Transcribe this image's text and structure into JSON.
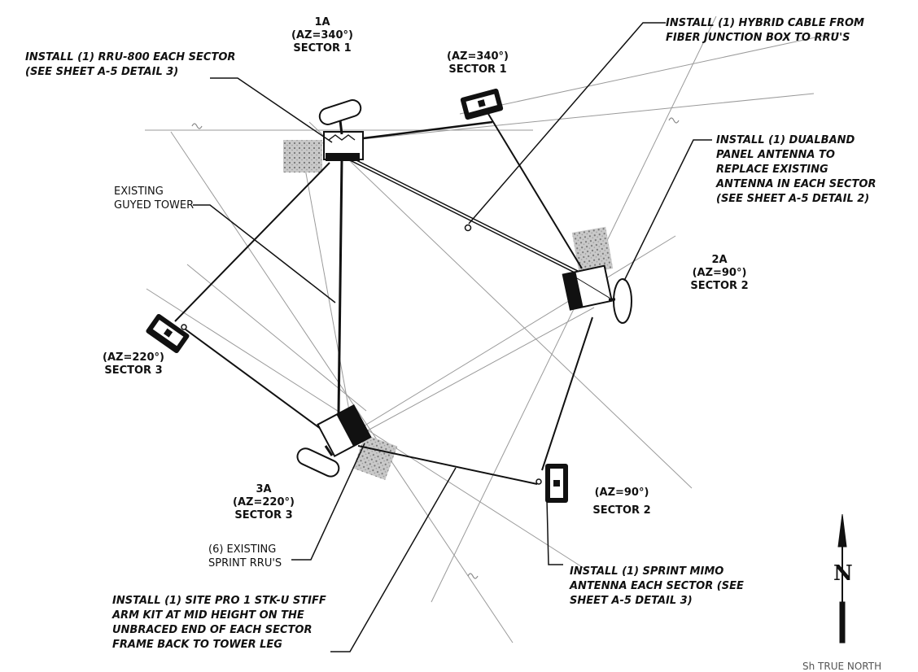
{
  "labels": {
    "install_rru": [
      "INSTALL (1) RRU-800 EACH SECTOR",
      "(SEE SHEET A-5 DETAIL 3)"
    ],
    "sector_1a": [
      "1A",
      "(AZ=340°)",
      "SECTOR 1"
    ],
    "sector_1_mimo": [
      "(AZ=340°)",
      "SECTOR 1"
    ],
    "install_hybrid": [
      "INSTALL (1) HYBRID CABLE FROM",
      "FIBER JUNCTION BOX TO RRU'S"
    ],
    "install_dualband": [
      "INSTALL (1) DUALBAND",
      "PANEL ANTENNA TO",
      "REPLACE EXISTING",
      "ANTENNA IN EACH SECTOR",
      "(SEE SHEET A-5 DETAIL 2)"
    ],
    "existing_tower": [
      "EXISTING",
      "GUYED TOWER"
    ],
    "sector_2a": [
      "2A",
      "(AZ=90°)",
      "SECTOR 2"
    ],
    "sector_3_mimo": [
      "(AZ=220°)",
      "SECTOR 3"
    ],
    "sector_3a": [
      "3A",
      "(AZ=220°)",
      "SECTOR 3"
    ],
    "sector_2_mimo": [
      "(AZ=90°)",
      "SECTOR 2"
    ],
    "existing_rrus": [
      "(6) EXISTING",
      "SPRINT RRU'S"
    ],
    "install_mimo": [
      "INSTALL (1) SPRINT MIMO",
      "ANTENNA EACH SECTOR (SEE",
      "SHEET A-5 DETAIL 3)"
    ],
    "install_stk": [
      "INSTALL (1) SITE PRO 1 STK-U STIFF",
      "ARM KIT AT MID HEIGHT ON THE",
      "UNBRACED END OF EACH SECTOR",
      "FRAME BACK TO TOWER LEG"
    ],
    "north": "N",
    "footer": "Sh  TRUE NORTH"
  },
  "colors": {
    "ink": "#111111",
    "grid": "#9a9a9a",
    "hatch": "#8d8d8d"
  }
}
